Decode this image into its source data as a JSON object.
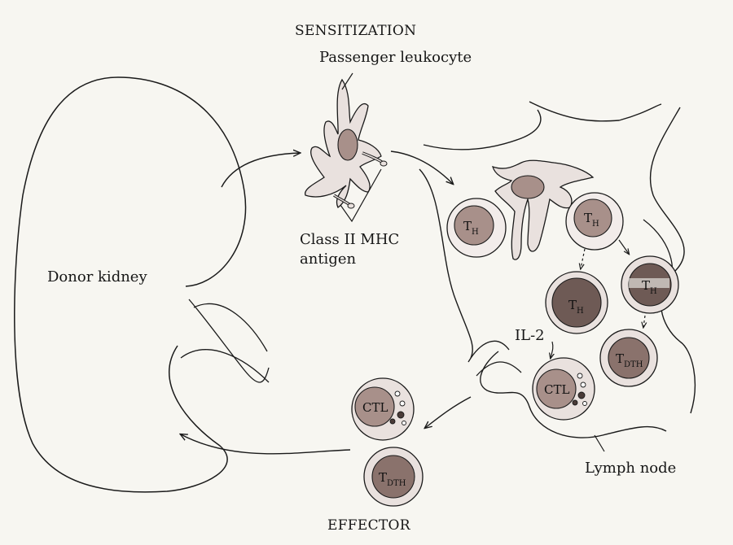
{
  "labels": {
    "sensitization": "SENSITIZATION",
    "passenger_leukocyte": "Passenger leukocyte",
    "class_ii_mhc_line1": "Class II MHC",
    "class_ii_mhc_line2": "antigen",
    "donor_kidney": "Donor kidney",
    "il2": "IL-2",
    "lymph_node": "Lymph node",
    "effector": "EFFECTOR"
  },
  "cells": {
    "t_main": "T",
    "h_sub": "H",
    "dth_sub": "DTH",
    "ctl": "CTL"
  },
  "colors": {
    "line": "#1a1a1a",
    "cell_fill": "#e9e1de",
    "nucleus_fill": "#a8908a",
    "nucleus_dark": "#6e5a55",
    "background": "#f7f6f1"
  }
}
